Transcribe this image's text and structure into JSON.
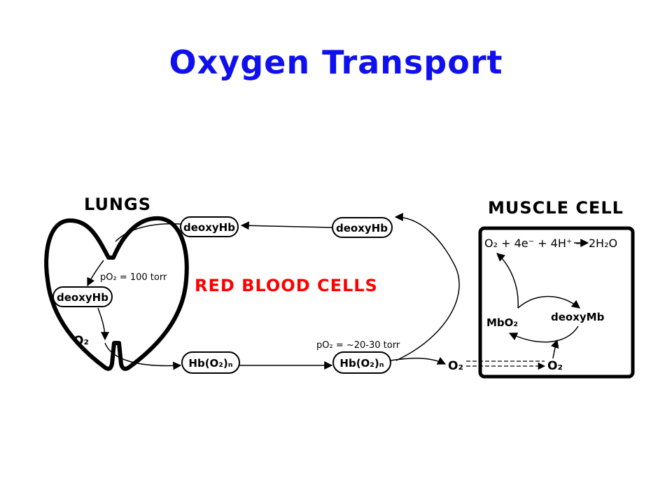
{
  "title": "Oxygen Transport",
  "colors": {
    "title": "#1010ee",
    "rbc_label": "#ff0000",
    "ink": "#000000"
  },
  "labels": {
    "lungs": "LUNGS",
    "muscle_cell": "MUSCLE CELL",
    "red_blood_cells": "RED BLOOD CELLS",
    "deoxyhb": "deoxyHb",
    "hbo2n": "Hb(O₂)ₙ",
    "po2_lungs": "pO₂ = 100 torr",
    "po2_tissue": "pO₂ = ~20-30 torr",
    "o2": "O₂",
    "reaction": "O₂ + 4e⁻ + 4H⁺ → 2H₂O",
    "mbo2": "MbO₂",
    "deoxymb": "deoxyMb"
  }
}
